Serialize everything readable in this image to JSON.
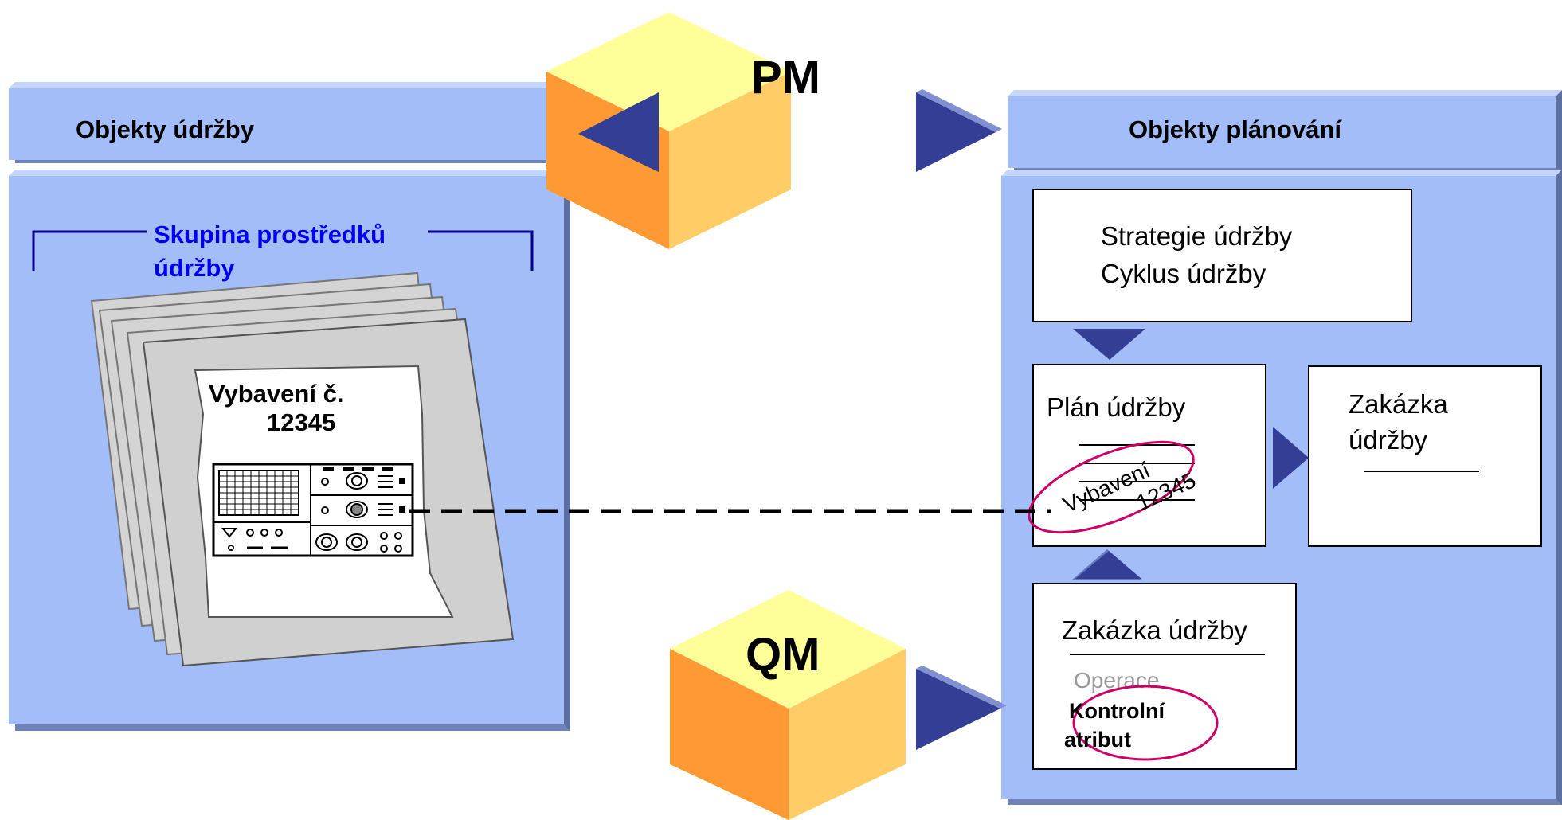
{
  "left_panel": {
    "title": "Objekty údržby",
    "group_label_line1": "Skupina prostředků",
    "group_label_line2": "údržby",
    "equipment_line1": "Vybavení č.",
    "equipment_line2": "12345"
  },
  "right_panel": {
    "title": "Objekty plánování",
    "strategy_line1": "Strategie údržby",
    "strategy_line2": "Cyklus údržby",
    "plan_title": "Plán údržby",
    "plan_circle_line1": "Vybavení",
    "plan_circle_line2": "12345",
    "order_right_line1": "Zakázka",
    "order_right_line2": "údržby",
    "order_bottom_title": "Zakázka údržby",
    "operation_label": "Operace",
    "inspection_line1": "Kontrolní",
    "inspection_line2": "atribut"
  },
  "cubes": {
    "pm_label": "PM",
    "qm_label": "QM"
  },
  "colors": {
    "panel_blue": "#a3bdf8",
    "panel_shadow": "#6f83b8",
    "arrow_navy": "#333f94",
    "cube_top": "#ffff99",
    "cube_left": "#ff9933",
    "cube_right": "#ffcc66",
    "highlight_magenta": "#cc0066",
    "group_blue": "#0000ee"
  }
}
